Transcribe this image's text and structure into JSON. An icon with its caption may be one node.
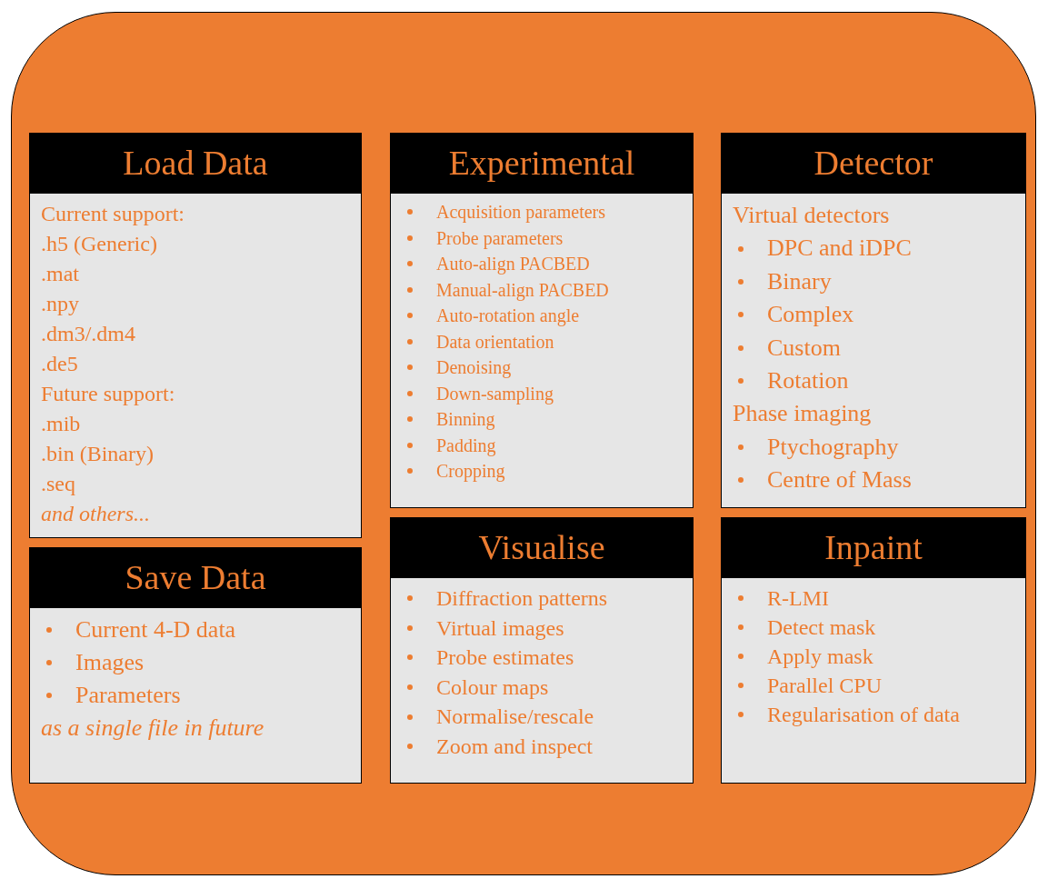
{
  "diagram": {
    "nodes": [
      {
        "text": [],
        "shape": "box"
      },
      {
        "text": [
          "Load Data",
          "Current support:",
          ".h5 (Generic)",
          ".mat",
          ".npy",
          ".dm3/.dm4",
          ".de5",
          "Future support:",
          ".mib",
          ".bin (Binary)",
          ".seq",
          "and others..."
        ],
        "in": 0
      },
      {
        "text": [
          "Experimental",
          "Acquisition parameters",
          "Probe parameters",
          "Auto-align PACBED",
          "Manual-align PACBED",
          "Auto-rotation angle",
          "Data orientation",
          "Denoising",
          "Down-sampling",
          "Binning",
          "Padding",
          "Cropping"
        ],
        "in": 0
      },
      {
        "text": [
          "Detector",
          "Virtual detectors",
          "DPC and iDPC",
          "Binary",
          "Complex",
          "Custom",
          "Rotation",
          "Phase imaging",
          "Ptychography",
          "Centre of Mass"
        ],
        "in": 0
      },
      {
        "text": [
          "Save Data",
          "Current 4-D data",
          "Images",
          "Parameters",
          "as a single file in future"
        ],
        "in": 0
      },
      {
        "text": [
          "Visualise",
          "Diffraction patterns",
          "Virtual images",
          "Probe estimates",
          "Colour maps",
          "Normalise/rescale",
          "Zoom and inspect"
        ],
        "in": 0
      },
      {
        "text": [
          "Inpaint",
          "R-LMI",
          "Detect mask",
          "Apply mask",
          "Parallel CPU",
          "Regularisation of data"
        ],
        "in": 0
      }
    ]
  }
}
